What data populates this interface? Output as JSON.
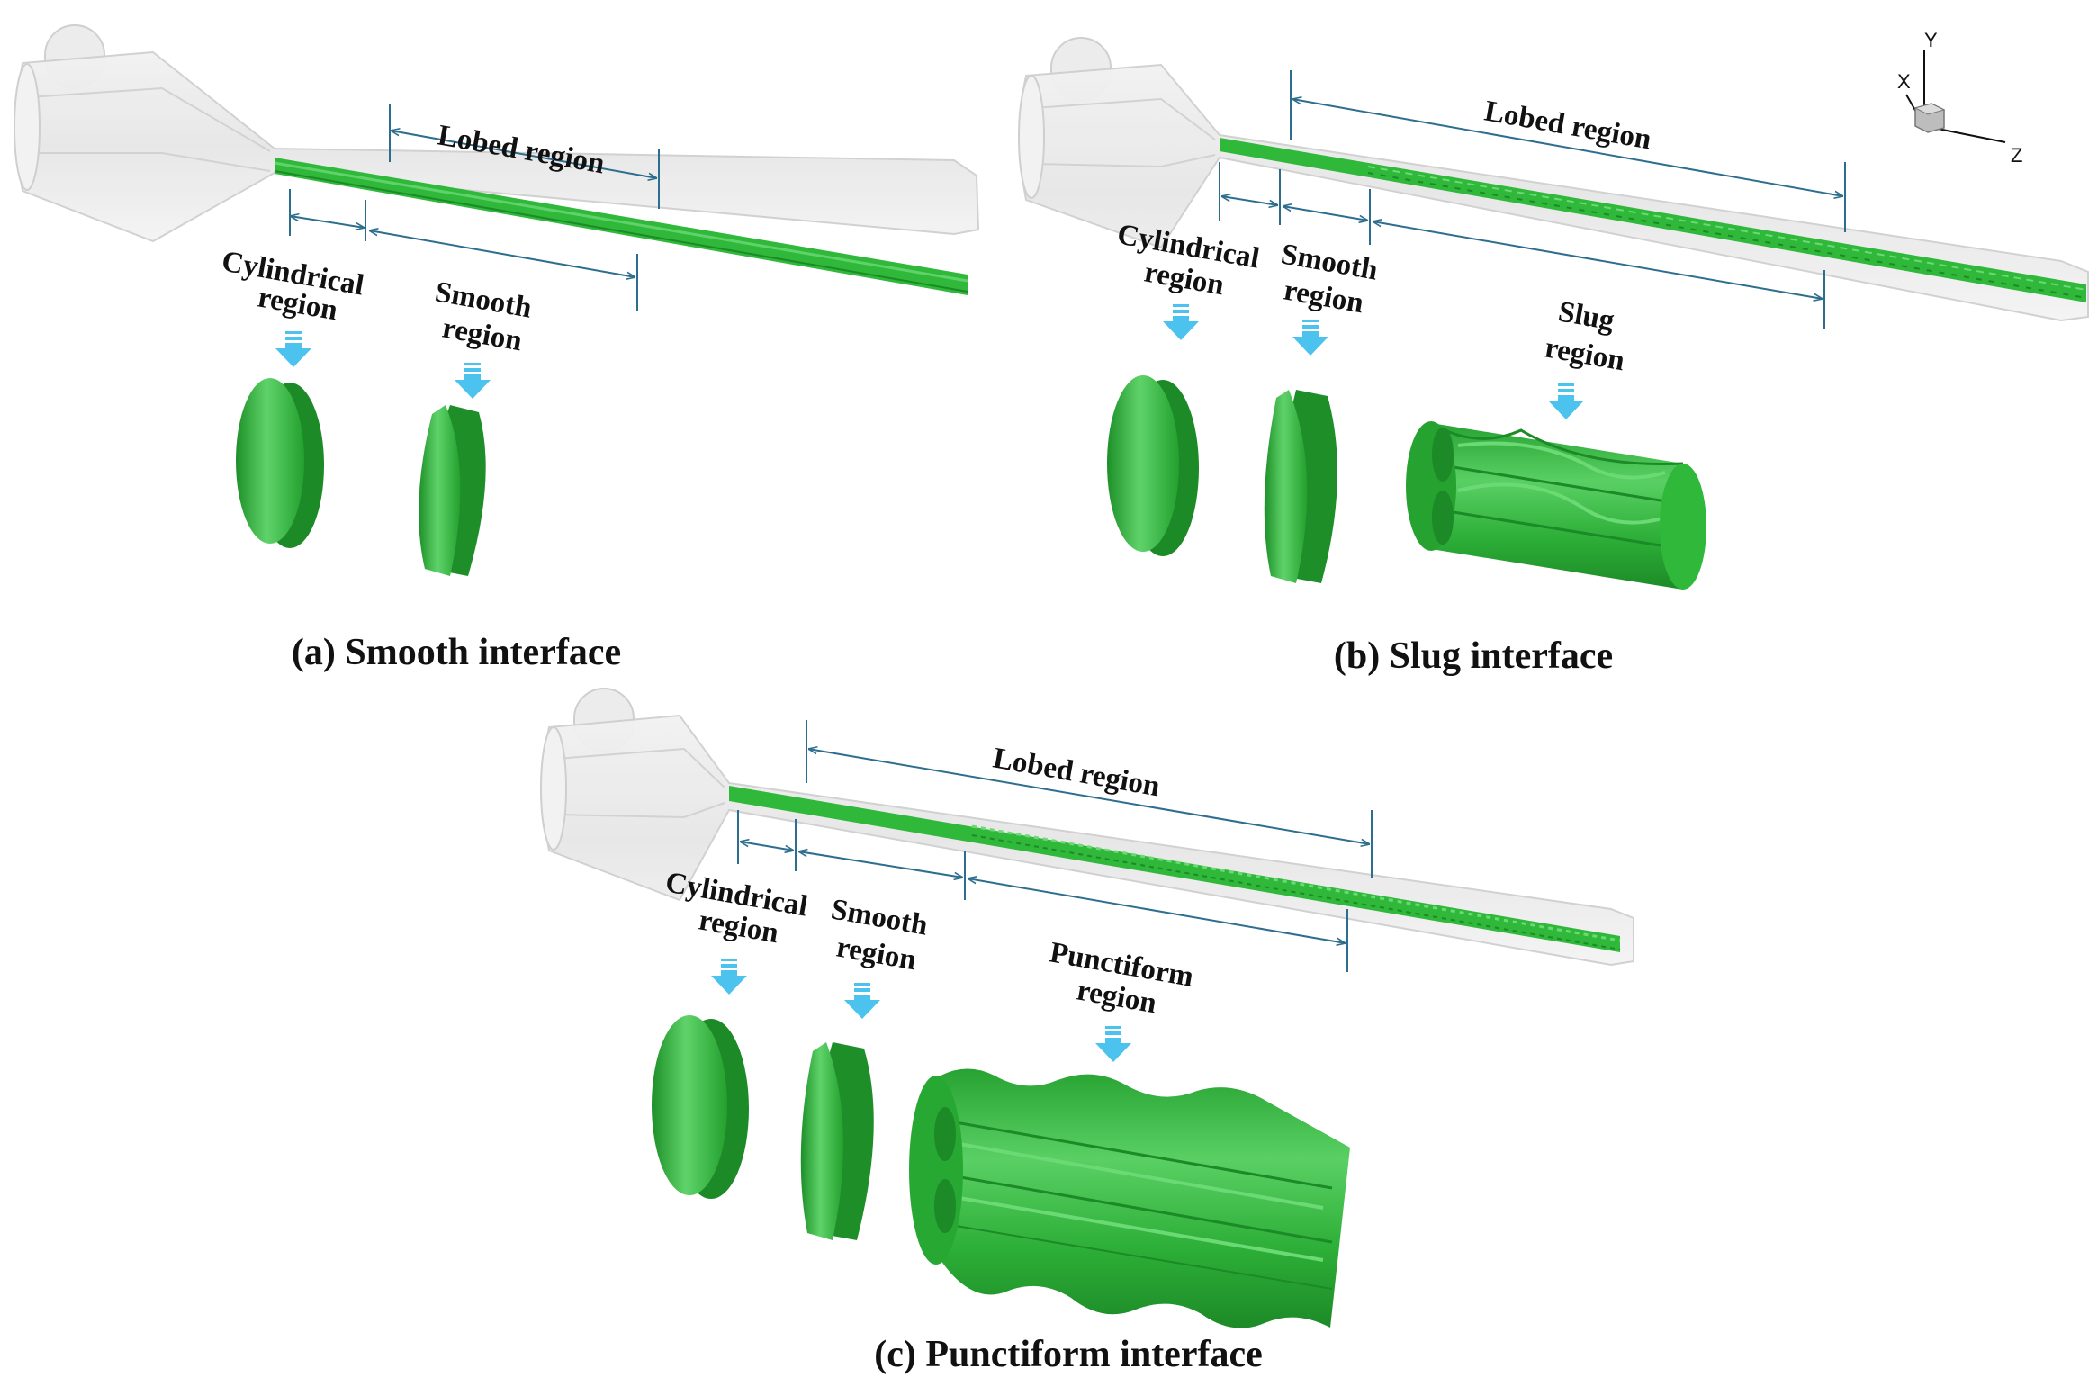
{
  "panels": [
    {
      "caption": "(a) Smooth interface",
      "lobed_label": "Lobed region",
      "cyl_label": [
        "Cylindrical",
        "region"
      ],
      "smooth_label": [
        "Smooth",
        "region"
      ]
    },
    {
      "caption": "(b) Slug interface",
      "lobed_label": "Lobed region",
      "cyl_label": [
        "Cylindrical",
        "region"
      ],
      "smooth_label": [
        "Smooth",
        "region"
      ],
      "third_label": [
        "Slug",
        "region"
      ]
    },
    {
      "caption": "(c) Punctiform interface",
      "lobed_label": "Lobed region",
      "cyl_label": [
        "Cylindrical",
        "region"
      ],
      "smooth_label": [
        "Smooth",
        "region"
      ],
      "third_label": [
        "Punctiform",
        "region"
      ]
    }
  ],
  "axes": {
    "x": "X",
    "y": "Y",
    "z": "Z"
  },
  "colors": {
    "liquid": "#2fb83a",
    "liquid_dark": "#1c8a26",
    "arrow": "#4cc3ee",
    "dimension": "#2d6e8e",
    "nozzle": "#e2e2e2"
  }
}
